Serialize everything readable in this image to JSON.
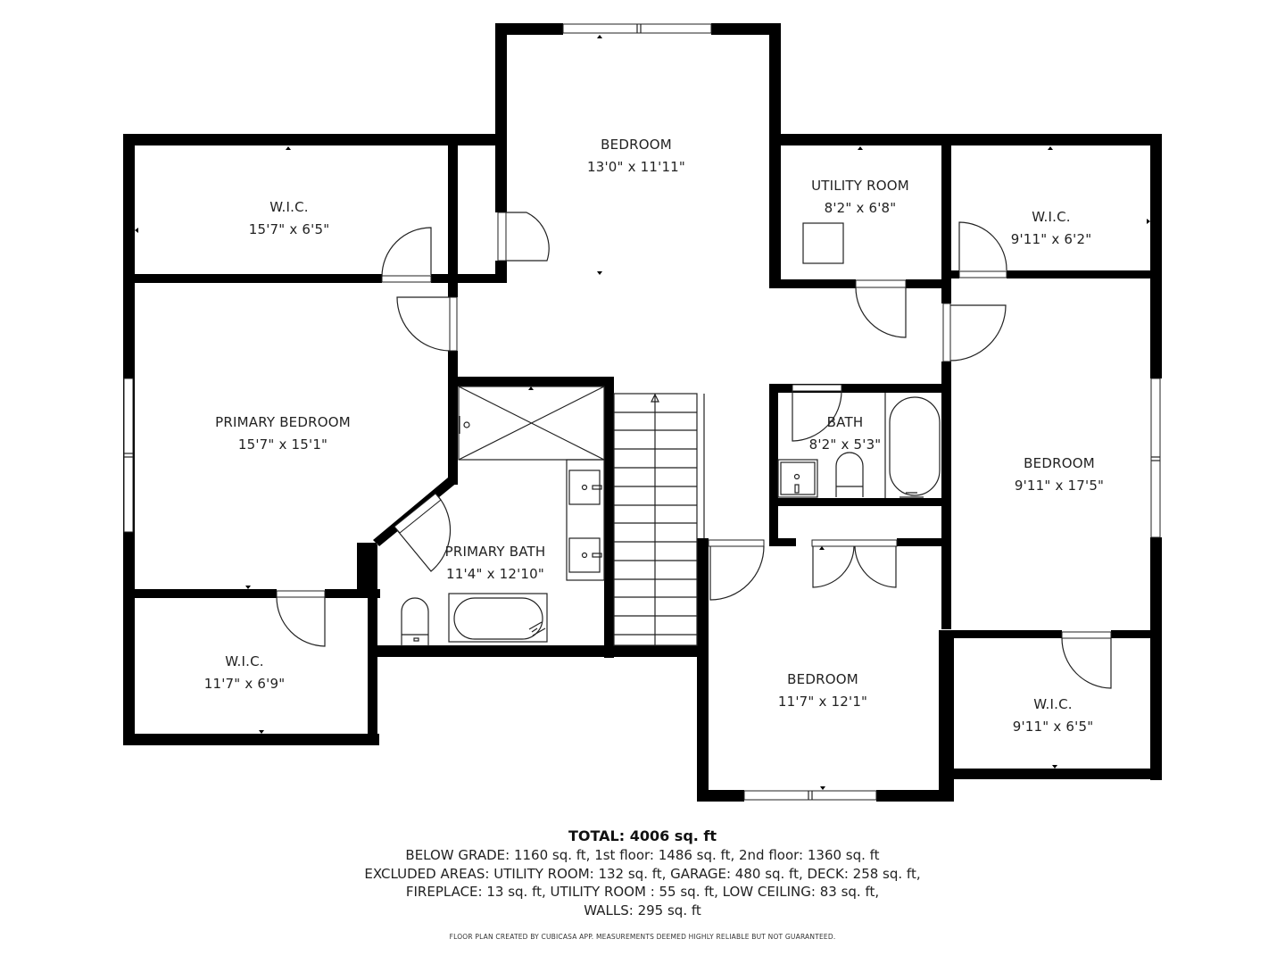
{
  "floor_plan": {
    "rooms": [
      {
        "id": "wic-nw",
        "name": "W.I.C.",
        "dims": "15'7\" x 6'5\""
      },
      {
        "id": "bedroom-north",
        "name": "BEDROOM",
        "dims": "13'0\" x 11'11\""
      },
      {
        "id": "utility-room",
        "name": "UTILITY ROOM",
        "dims": "8'2\" x 6'8\""
      },
      {
        "id": "wic-ne",
        "name": "W.I.C.",
        "dims": "9'11\" x 6'2\""
      },
      {
        "id": "primary-bedroom",
        "name": "PRIMARY BEDROOM",
        "dims": "15'7\" x 15'1\""
      },
      {
        "id": "bath",
        "name": "BATH",
        "dims": "8'2\" x 5'3\""
      },
      {
        "id": "bedroom-east",
        "name": "BEDROOM",
        "dims": "9'11\" x 17'5\""
      },
      {
        "id": "primary-bath",
        "name": "PRIMARY BATH",
        "dims": "11'4\" x 12'10\""
      },
      {
        "id": "wic-sw",
        "name": "W.I.C.",
        "dims": "11'7\" x 6'9\""
      },
      {
        "id": "bedroom-south",
        "name": "BEDROOM",
        "dims": "11'7\" x 12'1\""
      },
      {
        "id": "wic-se",
        "name": "W.I.C.",
        "dims": "9'11\" x 6'5\""
      }
    ],
    "fixtures": [
      "shower",
      "double-vanity",
      "toilet",
      "bathtub",
      "sink",
      "stairs",
      "water-heater"
    ]
  },
  "summary": {
    "total": "TOTAL: 4006 sq. ft",
    "lines": [
      "BELOW GRADE: 1160 sq. ft, 1st floor: 1486 sq. ft, 2nd floor: 1360 sq. ft",
      "EXCLUDED AREAS: UTILITY ROOM: 132 sq. ft, GARAGE: 480 sq. ft, DECK: 258 sq. ft,",
      "FIREPLACE: 13 sq. ft, UTILITY ROOM : 55 sq. ft, LOW CEILING: 83 sq. ft,",
      "WALLS: 295 sq. ft"
    ],
    "disclaimer": "FLOOR PLAN CREATED BY CUBICASA APP. MEASUREMENTS DEEMED HIGHLY RELIABLE BUT NOT GUARANTEED."
  },
  "colors": {
    "wall": "#000000",
    "background": "#ffffff",
    "text": "#222222"
  }
}
